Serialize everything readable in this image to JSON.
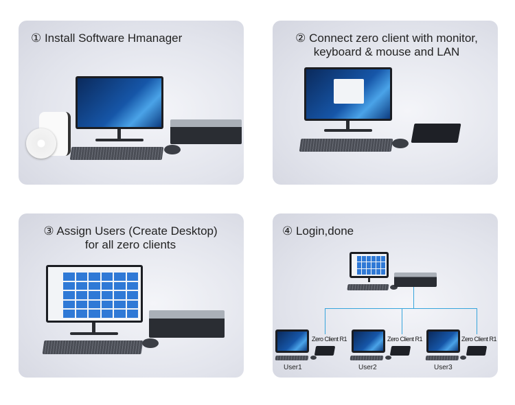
{
  "steps": [
    {
      "title": "① Install Software Hmanager"
    },
    {
      "title_line1": "② Connect zero client with monitor,",
      "title_line2": "keyboard & mouse and LAN"
    },
    {
      "title_line1": "③ Assign Users (Create Desktop)",
      "title_line2": "for all zero clients"
    },
    {
      "title": "④  Login,done"
    }
  ],
  "network": {
    "clients": [
      {
        "device": "Zero Client R1",
        "user": "User1"
      },
      {
        "device": "Zero Client R1",
        "user": "User2"
      },
      {
        "device": "Zero Client R1",
        "user": "User3"
      }
    ]
  },
  "colors": {
    "line": "#35a4dc",
    "screen": "#1656a8"
  }
}
